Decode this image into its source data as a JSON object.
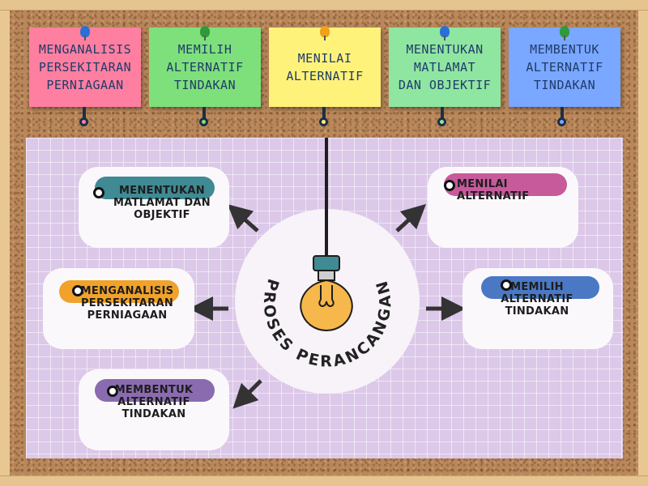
{
  "notes": [
    {
      "text": "MENGANALISIS\nPERSEKITARAN\nPERNIAGAAN",
      "color": "#ff7fa0",
      "pin": "#2a6fd6"
    },
    {
      "text": "MEMILIH\nALTERNATIF\nTINDAKAN",
      "color": "#7ee07a",
      "pin": "#2f9a3a"
    },
    {
      "text": "MENILAI\nALTERNATIF",
      "color": "#fff27a",
      "pin": "#f0a21a"
    },
    {
      "text": "MENENTUKAN\nMATLAMAT\nDAN OBJEKTIF",
      "color": "#8fe6a0",
      "pin": "#2a6fd6"
    },
    {
      "text": "MEMBENTUK\nALTERNATIF\nTINDAKAN",
      "color": "#7aa7ff",
      "pin": "#2f9a3a"
    }
  ],
  "center": {
    "title": "PROSES PERANCANGAN",
    "icon": "lightbulb-icon"
  },
  "items": {
    "top_left": {
      "text": "MENENTUKAN\nMATLAMAT DAN\nOBJEKTIF",
      "tag_color": "#3f8a93"
    },
    "top_right": {
      "text": "MENILAI ALTERNATIF",
      "tag_color": "#c65a9b"
    },
    "mid_left": {
      "text": "MENGANALISIS\nPERSEKITARAN\nPERNIAGAAN",
      "tag_color": "#f0a22a"
    },
    "mid_right": {
      "text": "MEMILIH\nALTERNATIF\nTINDAKAN",
      "tag_color": "#4a78c4"
    },
    "bottom_left": {
      "text": "MEMBENTUK\nALTERNATIF TINDAKAN",
      "tag_color": "#8a6bb0"
    }
  }
}
